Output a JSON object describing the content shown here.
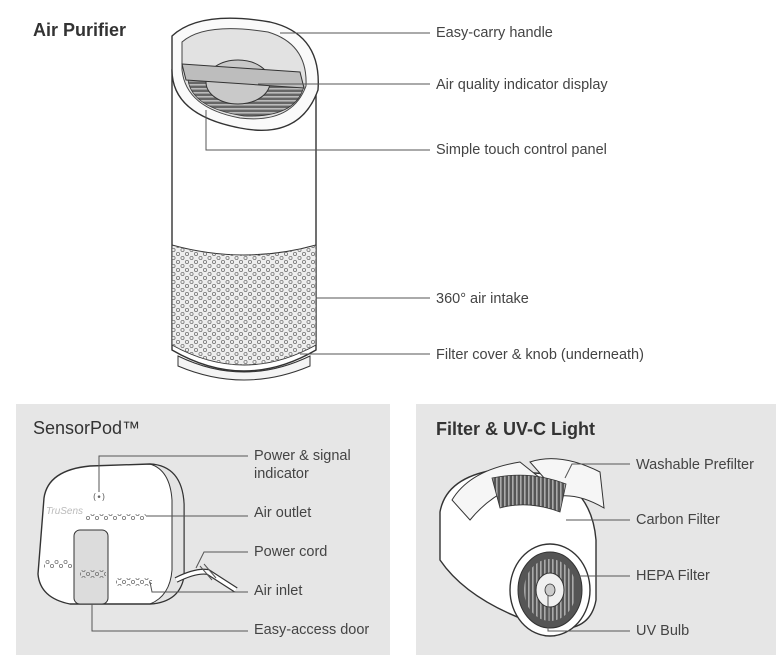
{
  "purifier": {
    "title": "Air Purifier",
    "labels": {
      "handle": "Easy-carry handle",
      "display": "Air quality indicator display",
      "touch": "Simple touch control panel",
      "intake": "360° air intake",
      "cover": "Filter cover & knob (underneath)"
    }
  },
  "sensorpod": {
    "title": "SensorPod™",
    "brand": "TruSens",
    "labels": {
      "power_signal_1": "Power & signal",
      "power_signal_2": "indicator",
      "outlet": "Air outlet",
      "cord": "Power cord",
      "inlet": "Air inlet",
      "door": "Easy-access door"
    }
  },
  "filter": {
    "title": "Filter & UV-C Light",
    "labels": {
      "prefilter": "Washable Prefilter",
      "carbon": "Carbon Filter",
      "hepa": "HEPA Filter",
      "uv": "UV Bulb"
    }
  },
  "colors": {
    "panel": "#e6e6e6",
    "line": "#555555",
    "text": "#444444"
  }
}
